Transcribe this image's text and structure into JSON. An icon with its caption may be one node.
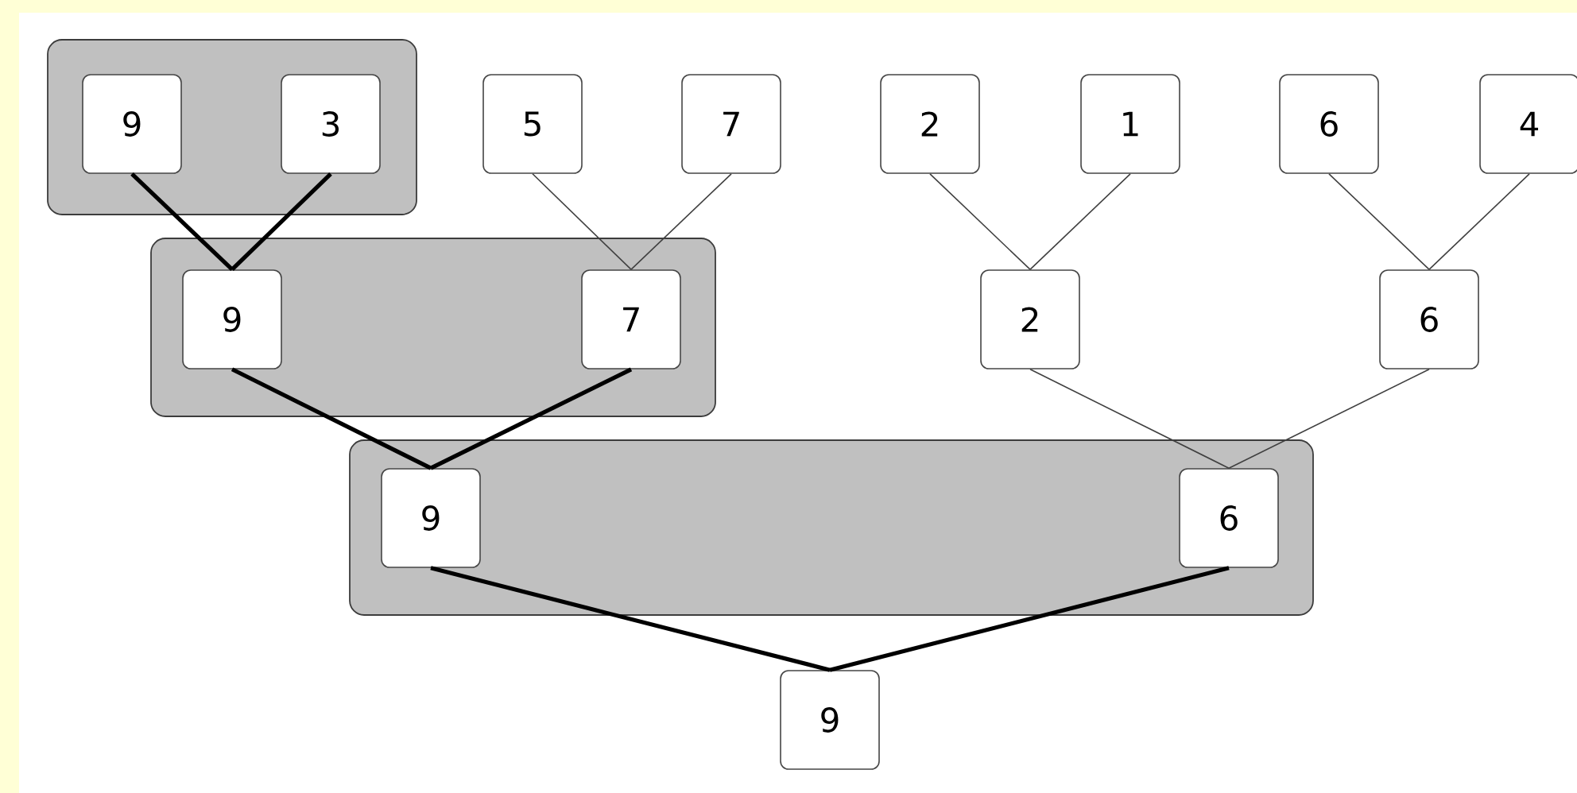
{
  "diagram": {
    "nodes": [
      {
        "text": [],
        "shape": "box"
      },
      {
        "text": [
          "9"
        ],
        "in": 0
      },
      {
        "text": [
          "3"
        ],
        "in": 0
      },
      {
        "text": [
          "5"
        ]
      },
      {
        "text": [
          "7"
        ]
      },
      {
        "text": [
          "2"
        ]
      },
      {
        "text": [
          "1"
        ]
      },
      {
        "text": [
          "6"
        ]
      },
      {
        "text": [
          "4"
        ]
      },
      {
        "text": [],
        "shape": "box"
      },
      {
        "text": [
          "9"
        ],
        "in": 9
      },
      {
        "text": [
          "7"
        ],
        "in": 9
      },
      {
        "text": [
          "2"
        ]
      },
      {
        "text": [
          "6"
        ]
      },
      {
        "text": [],
        "shape": "box"
      },
      {
        "text": [
          "9"
        ],
        "in": 14
      },
      {
        "text": [
          "6"
        ],
        "in": 14
      },
      {
        "text": [
          "9"
        ]
      }
    ],
    "edges": [
      {
        "from": 1,
        "to": 10,
        "arrow": "none",
        "style": "thick"
      },
      {
        "from": 2,
        "to": 10,
        "arrow": "none",
        "style": "thick"
      },
      {
        "from": 3,
        "to": 11,
        "arrow": "none"
      },
      {
        "from": 4,
        "to": 11,
        "arrow": "none"
      },
      {
        "from": 5,
        "to": 12,
        "arrow": "none"
      },
      {
        "from": 6,
        "to": 12,
        "arrow": "none"
      },
      {
        "from": 7,
        "to": 13,
        "arrow": "none"
      },
      {
        "from": 8,
        "to": 13,
        "arrow": "none"
      },
      {
        "from": 10,
        "to": 15,
        "arrow": "none",
        "style": "thick"
      },
      {
        "from": 11,
        "to": 15,
        "arrow": "none",
        "style": "thick"
      },
      {
        "from": 12,
        "to": 16,
        "arrow": "none"
      },
      {
        "from": 13,
        "to": 16,
        "arrow": "none"
      },
      {
        "from": 15,
        "to": 17,
        "arrow": "none",
        "style": "thick"
      },
      {
        "from": 16,
        "to": 17,
        "arrow": "none",
        "style": "thick"
      }
    ]
  }
}
